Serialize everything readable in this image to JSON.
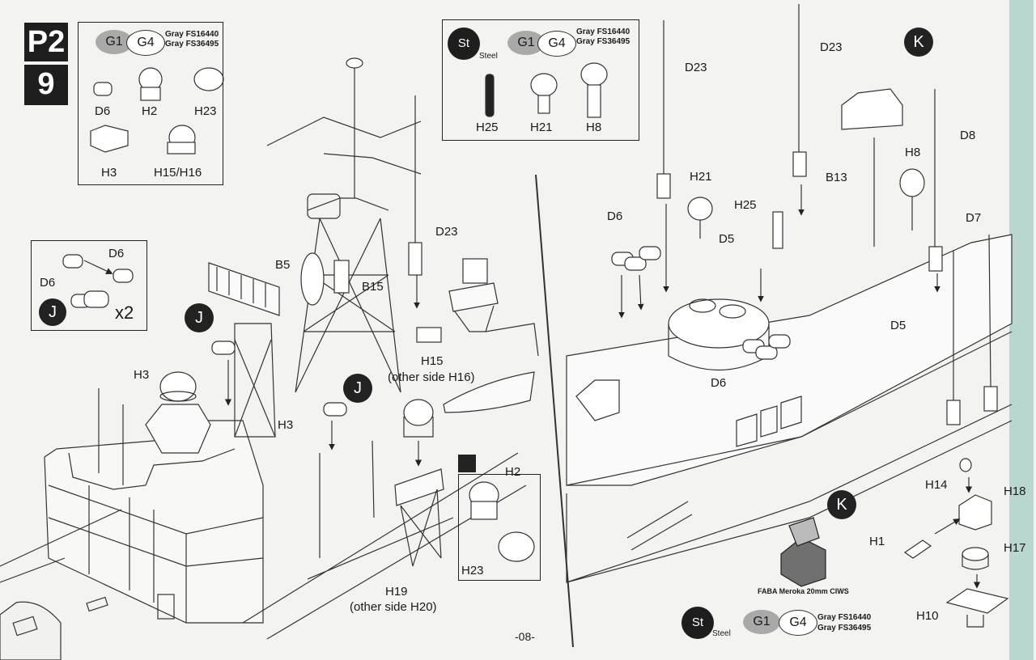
{
  "page": {
    "number": "-08-"
  },
  "step": {
    "section": "P2",
    "number": "9"
  },
  "colors": {
    "g1_fill": "#a9a9a9",
    "g4_fill": "#ffffff",
    "steel_fill": "#1e1e1e"
  },
  "paint": {
    "g1": "G1",
    "g4": "G4",
    "st": "St",
    "steel": "Steel",
    "gray1": "Gray FS16440",
    "gray2": "Gray FS36495"
  },
  "legend_left": {
    "parts": [
      "D6",
      "H2",
      "H23",
      "H3",
      "H15/H16"
    ]
  },
  "legend_right": {
    "parts": [
      "H25",
      "H21",
      "H8"
    ]
  },
  "sub_j": {
    "letter": "J",
    "part_a": "D6",
    "part_b": "D6",
    "multiplier": "x2"
  },
  "callouts": {
    "j1": "J",
    "j2": "J",
    "k1": "K",
    "k2": "K",
    "h3a": "H3",
    "h3b": "H3",
    "b5": "B5",
    "b15": "B15",
    "d23a": "D23",
    "d23b": "D23",
    "d23c": "D23",
    "h15": "H15",
    "h15_note": "(other side H16)",
    "h19": "H19",
    "h19_note": "(other side H20)",
    "d6": "D6",
    "d6b": "D6",
    "h21": "H21",
    "h25": "H25",
    "d5a": "D5",
    "d5b": "D5",
    "b13": "B13",
    "h8": "H8",
    "d8": "D8",
    "d7": "D7",
    "h2": "H2",
    "h23": "H23",
    "h14": "H14",
    "h18": "H18",
    "h1": "H1",
    "h17": "H17",
    "h10": "H10"
  },
  "ciws": {
    "caption": "FABA Meroka 20mm CIWS"
  }
}
